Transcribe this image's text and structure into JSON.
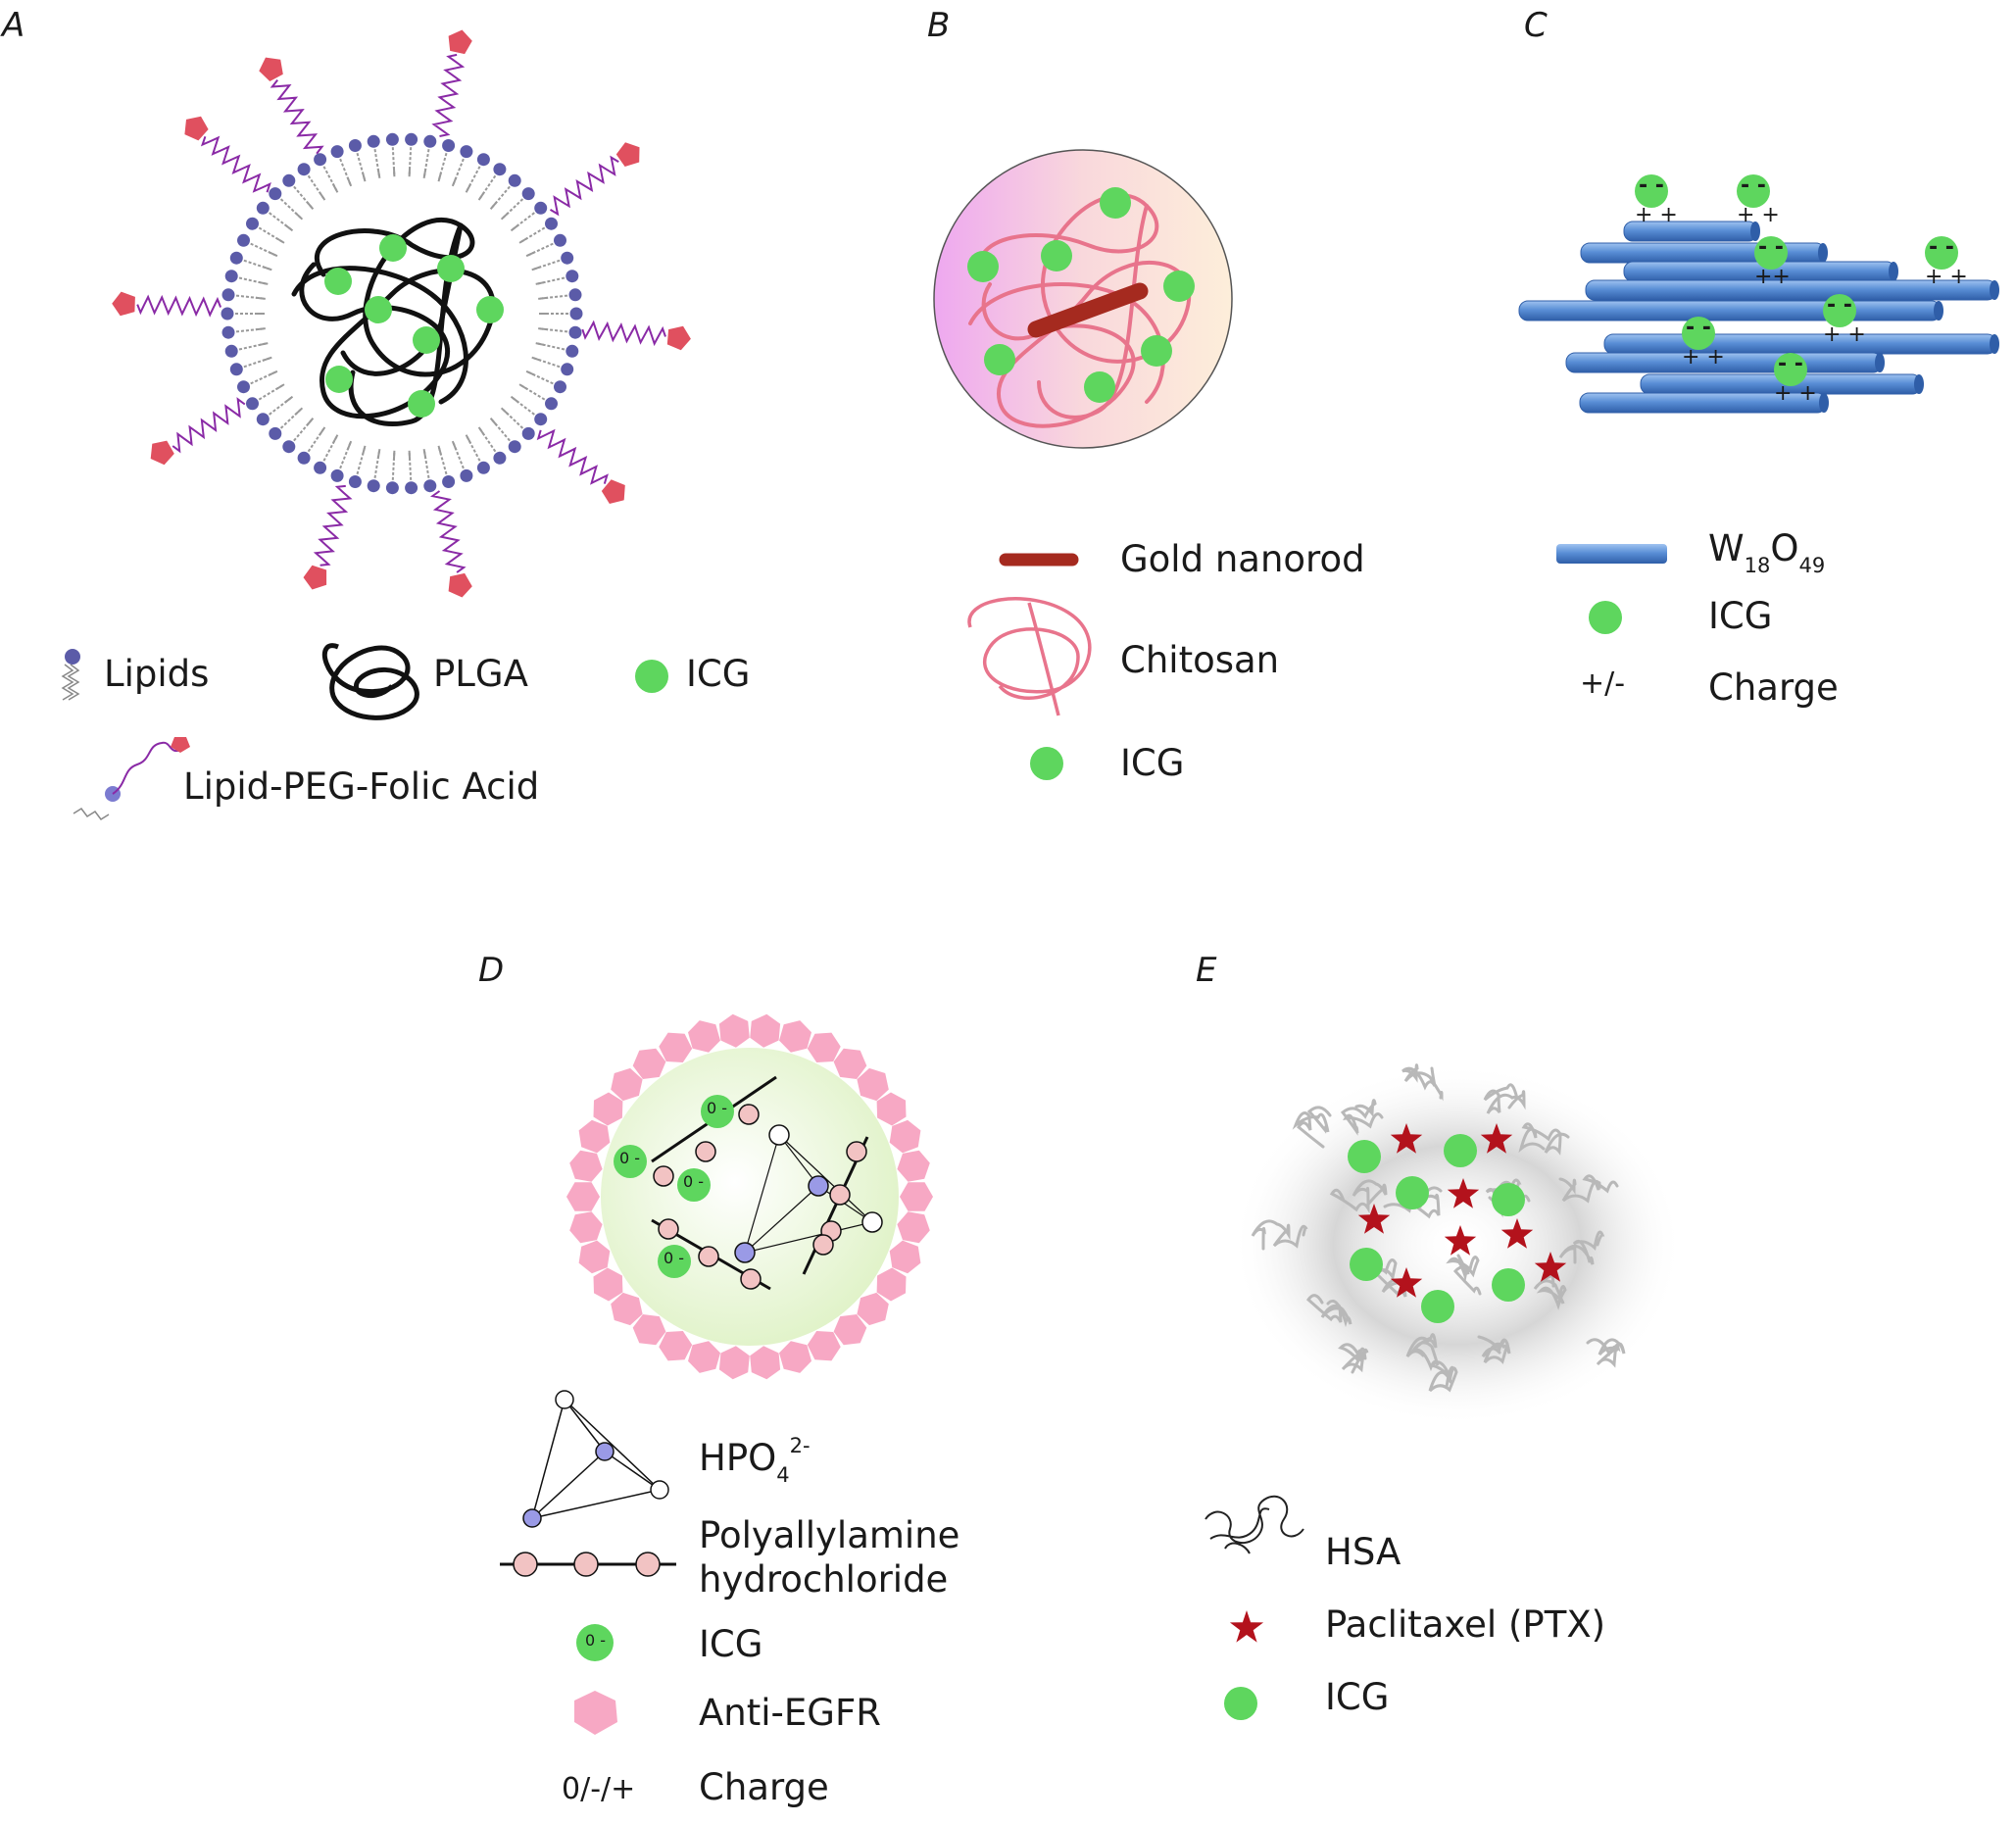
{
  "panels": {
    "A": {
      "letter": "A",
      "legend": {
        "lipids": "Lipids",
        "plga": "PLGA",
        "icg": "ICG",
        "lipid_peg": "Lipid-PEG-Folic Acid"
      }
    },
    "B": {
      "letter": "B",
      "legend": {
        "gold_nanorod": "Gold nanorod",
        "chitosan": "Chitosan",
        "icg": "ICG"
      }
    },
    "C": {
      "letter": "C",
      "legend": {
        "w_main": "W",
        "w_sub1": "18",
        "w_o": "O",
        "w_sub2": "49",
        "icg": "ICG",
        "charge_symbol": "+/-",
        "charge": "Charge"
      },
      "charge_marks": {
        "minus": "- -",
        "plus": "+ +",
        "plus_tight": "++"
      }
    },
    "D": {
      "letter": "D",
      "legend": {
        "hpo": "HPO",
        "hpo_sub": "4",
        "hpo_sup": "2-",
        "polyallylamine_1": "Polyallylamine",
        "polyallylamine_2": "hydrochloride",
        "icg": "ICG",
        "anti_egfr": "Anti-EGFR",
        "charge_symbol": "0/-/+",
        "charge": "Charge"
      },
      "node_marks": {
        "zero": "0",
        "minus": "-",
        "plus": "+"
      }
    },
    "E": {
      "letter": "E",
      "legend": {
        "hsa": "HSA",
        "ptx": "Paclitaxel (PTX)",
        "icg": "ICG"
      }
    }
  },
  "colors": {
    "icg_green": "#5ed65e",
    "lipid_head": "#5b5ba8",
    "peg_purple": "#8a2aa6",
    "folic_red": "#e0505f",
    "chitosan_pink": "#e8748c",
    "gold_rod": "#a52a1f",
    "w18o49_blue": "#4f86cf",
    "anti_egfr_pink": "#f7a8c4",
    "ptx_red": "#b3121c",
    "hpo_blue": "#9a9ae6",
    "pah_pink": "#f2c3c3"
  }
}
